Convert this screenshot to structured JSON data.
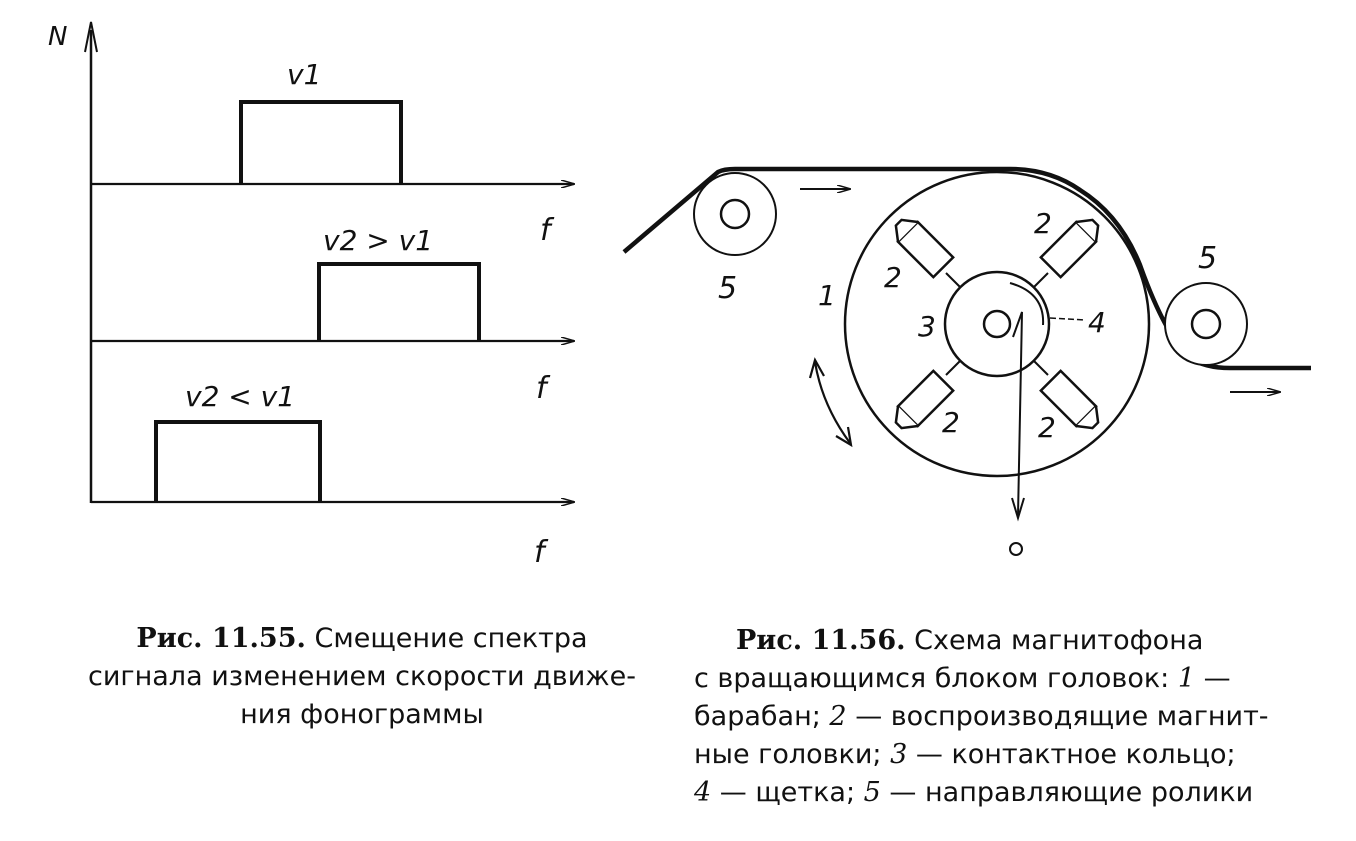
{
  "fig1": {
    "axis_y_label": "N",
    "axis_x_label": "f",
    "rows": [
      {
        "label": "v1",
        "band": [
          0.29,
          0.59
        ]
      },
      {
        "label": "v2 > v1",
        "band": [
          0.44,
          0.74
        ]
      },
      {
        "label": "v2 < v1",
        "band": [
          0.13,
          0.43
        ]
      }
    ],
    "caption": {
      "prefix": "Рис. 11.55.",
      "line1": "Смещение спектра",
      "line2": "сигнала изменением скорости движе-",
      "line3": "ния фонограммы"
    }
  },
  "fig2": {
    "labels": {
      "drum": "1",
      "head": "2",
      "ring": "3",
      "brush": "4",
      "roller": "5"
    },
    "caption": {
      "prefix": "Рис. 11.56.",
      "line1": "Схема магнитофона",
      "line2_text": "с вращающимся блоком головок: ",
      "n1": "1",
      "t1": " —",
      "line3_a": "барабан; ",
      "n2": "2",
      "t2": " — воспроизводящие магнит-",
      "line4_a": "ные головки; ",
      "n3": "3",
      "t3": " — контактное кольцо;",
      "n4": "4",
      "t4": " — щетка; ",
      "n5": "5",
      "t5": " — направляющие ролики"
    }
  }
}
